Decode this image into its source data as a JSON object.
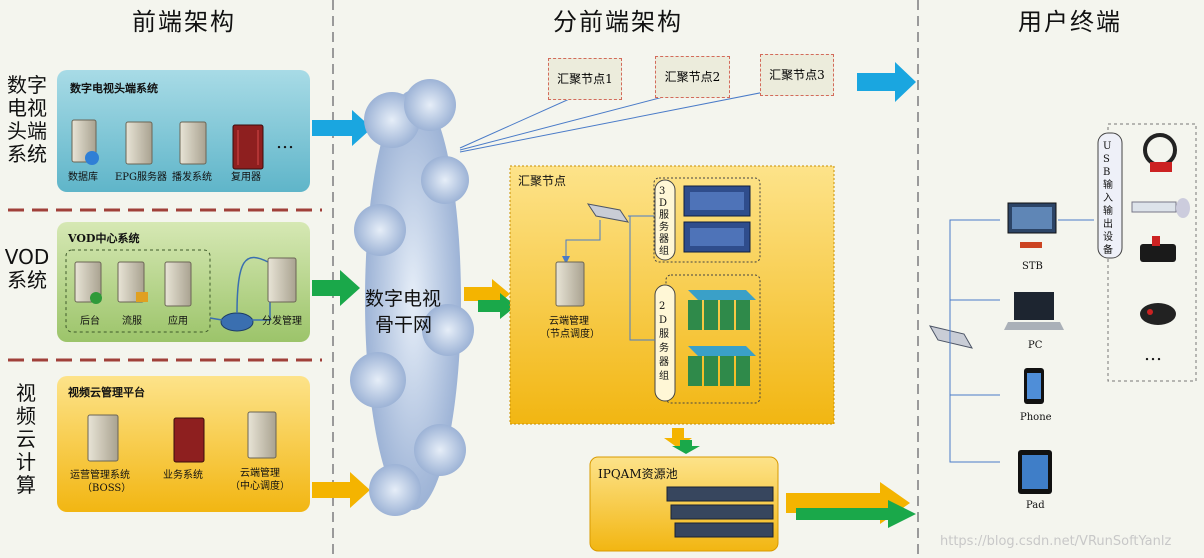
{
  "sections": {
    "frontend": "前端架构",
    "split_frontend": "分前端架构",
    "user_terminal": "用户终端"
  },
  "left_labels": {
    "digital_tv": "数字电视头端系统",
    "vod": "VOD系统",
    "cloud": "视频云计算"
  },
  "dtv_box": {
    "title": "数字电视头端系统",
    "items": [
      "数据库",
      "EPG服务器",
      "播发系统",
      "复用器"
    ],
    "more": "…"
  },
  "vod_box": {
    "title": "VOD中心系统",
    "items": [
      "后台",
      "流服",
      "应用"
    ],
    "dispatch": "分发管理"
  },
  "cloud_box": {
    "title": "视频云管理平台",
    "ops": "运营管理系统",
    "ops_sub": "（BOSS）",
    "business": "业务系统",
    "cloud_mgmt": "云端管理",
    "cloud_mgmt_sub": "（中心调度）"
  },
  "backbone": {
    "line1": "数字电视",
    "line2": "骨干网"
  },
  "agg_nodes": [
    "汇聚节点1",
    "汇聚节点2",
    "汇聚节点3"
  ],
  "agg_box": {
    "title": "汇聚节点",
    "cloud_mgmt": "云端管理",
    "cloud_mgmt_sub": "（节点调度）",
    "group3d": "3D服务器组",
    "group2d": "2D服务器组"
  },
  "ipqam": {
    "title": "IPQAM资源池"
  },
  "terminals": {
    "stb": "STB",
    "pc": "PC",
    "phone": "Phone",
    "pad": "Pad",
    "usb": "USB输入输出设备",
    "more": "…"
  },
  "watermark": "https://blog.csdn.net/VRunSoftYanlz",
  "colors": {
    "blue_arrow": "#1aa6e0",
    "green_arrow": "#1aa84a",
    "yellow_arrow": "#f4b400",
    "dtv_panel": "#7fc6d6",
    "vod_panel": "#b6d48a",
    "cloud_panel": "#f5c518"
  }
}
